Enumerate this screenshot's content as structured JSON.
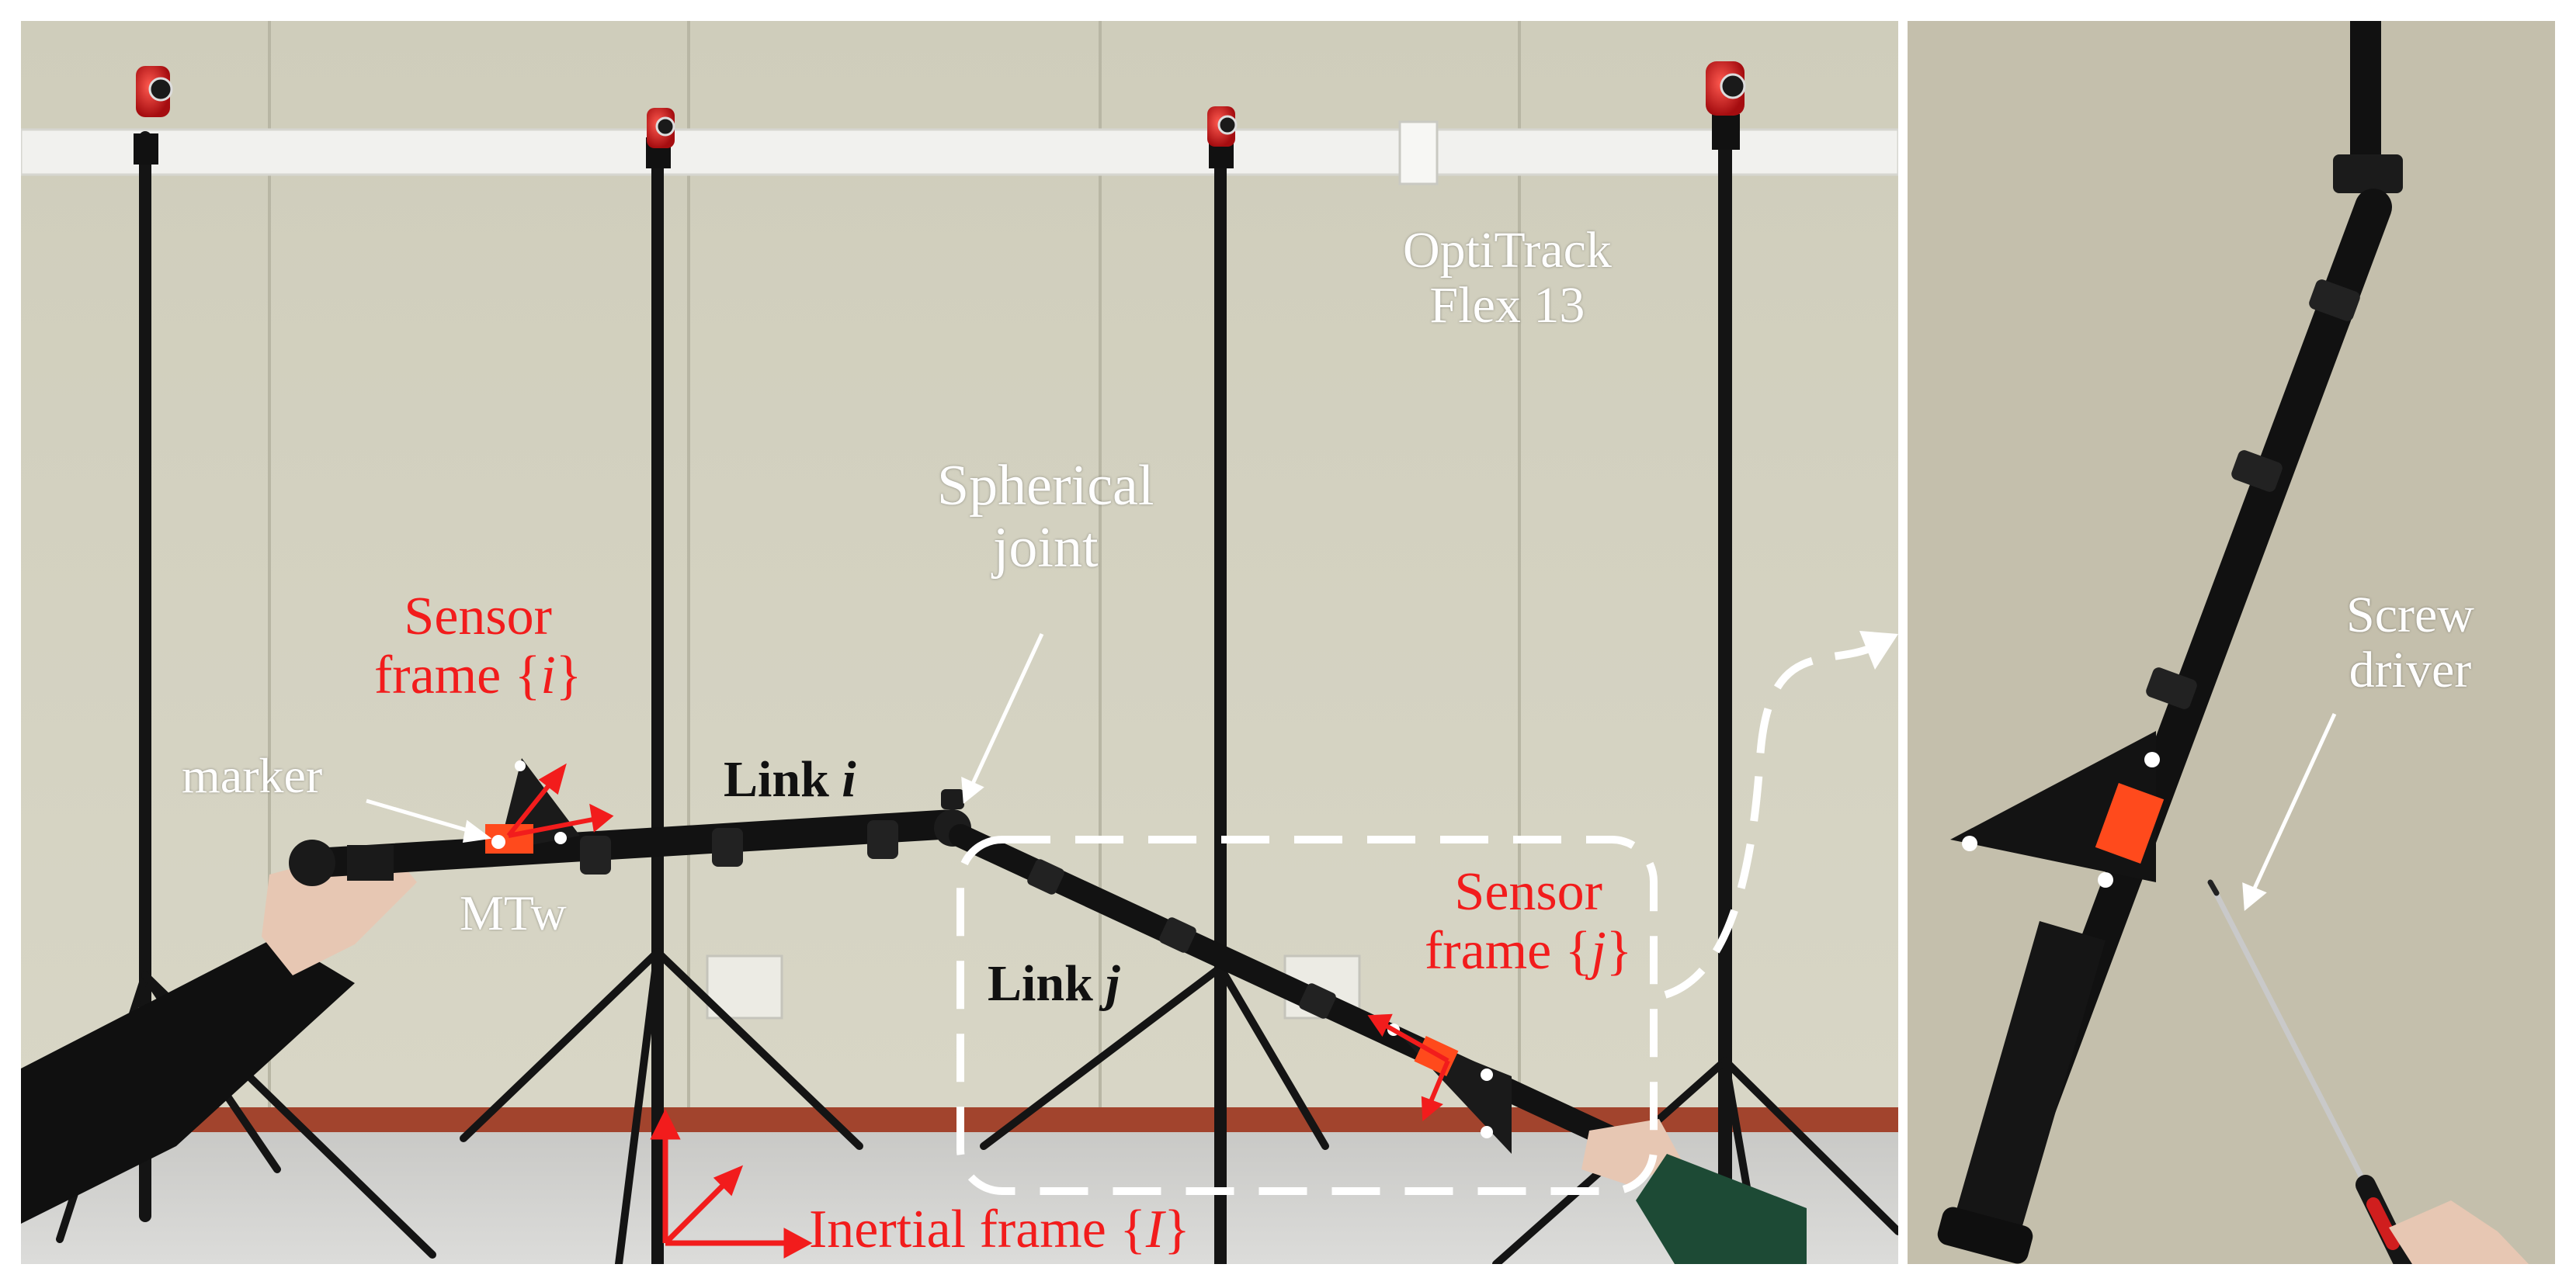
{
  "labels": {
    "camera_model_line1": "OptiTrack",
    "camera_model_line2": "Flex 13",
    "joint_line1": "Spherical",
    "joint_line2": "joint",
    "sensor_i_line1": "Sensor",
    "sensor_i_line2_prefix": "frame {",
    "sensor_i_symbol": "i",
    "sensor_i_suffix": "}",
    "marker": "marker",
    "mtw": "MTw",
    "link_i_prefix": "Link ",
    "link_i_symbol": "i",
    "link_j_prefix": "Link ",
    "link_j_symbol": "j",
    "sensor_j_line1": "Sensor",
    "sensor_j_line2_prefix": "frame {",
    "sensor_j_symbol": "j",
    "sensor_j_suffix": "}",
    "inertial_prefix": "Inertial frame {",
    "inertial_symbol": "I",
    "inertial_suffix": "}",
    "screw_line1": "Screw",
    "screw_line2": "driver"
  },
  "colors": {
    "annotation_red": "#f21c1c",
    "annotation_white": "#ffffff",
    "sensor_orange": "#ff4a1c"
  }
}
